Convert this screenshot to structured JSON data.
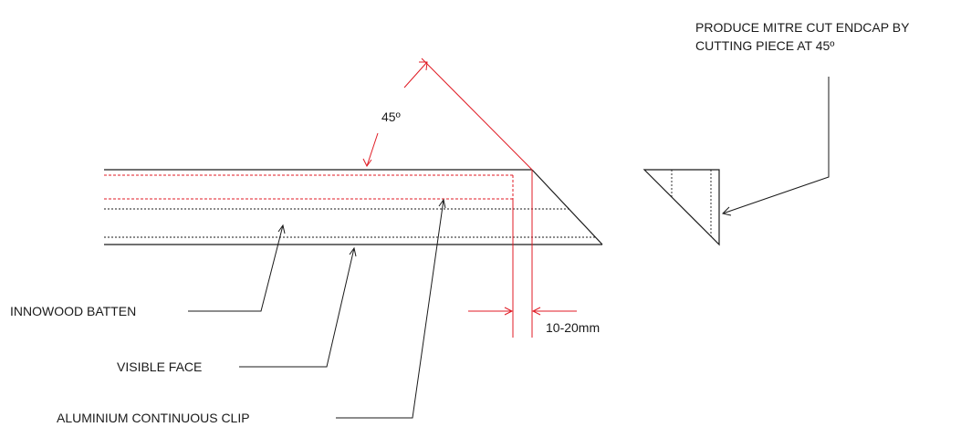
{
  "diagram": {
    "title_note_line1": "PRODUCE MITRE CUT ENDCAP BY",
    "title_note_line2": "CUTTING PIECE AT 45º",
    "angle_label": "45º",
    "gap_label": "10-20mm",
    "label_batten": "INNOWOOD BATTEN",
    "label_visible_face": "VISIBLE FACE",
    "label_clip": "ALUMINIUM CONTINUOUS CLIP"
  },
  "colors": {
    "line": "#1a1a1a",
    "dimension": "#e01b24",
    "background": "#ffffff"
  }
}
